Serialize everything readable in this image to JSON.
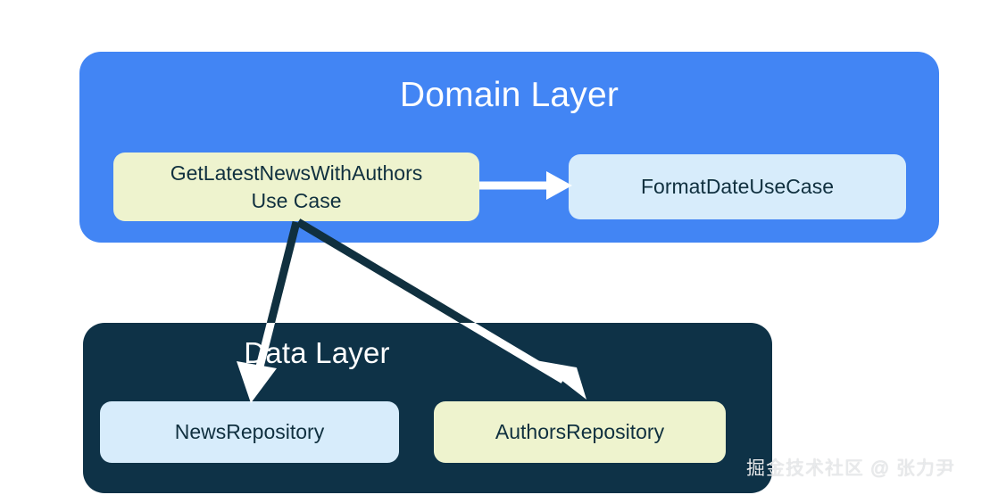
{
  "diagram": {
    "title": "Domain Layer / Data Layer architecture diagram",
    "layers": [
      {
        "id": "domain",
        "title": "Domain Layer",
        "color": "#4285f4",
        "title_color": "#ffffff"
      },
      {
        "id": "data",
        "title": "Data Layer",
        "color": "#0e3247",
        "title_color": "#ffffff"
      }
    ],
    "nodes": [
      {
        "id": "get-latest-news-with-authors-use-case",
        "label_line1": "GetLatestNewsWithAuthors",
        "label_line2": "Use Case",
        "fill": "#eef3ce",
        "text_color": "#10303f",
        "layer": "domain"
      },
      {
        "id": "format-date-use-case",
        "label": "FormatDateUseCase",
        "fill": "#d7ecfb",
        "text_color": "#10303f",
        "layer": "domain"
      },
      {
        "id": "news-repository",
        "label": "NewsRepository",
        "fill": "#d7ecfb",
        "text_color": "#10303f",
        "layer": "data"
      },
      {
        "id": "authors-repository",
        "label": "AuthorsRepository",
        "fill": "#eef3ce",
        "text_color": "#10303f",
        "layer": "data"
      }
    ],
    "edges": [
      {
        "id": "usecase-to-formatdate",
        "from": "get-latest-news-with-authors-use-case",
        "to": "format-date-use-case",
        "color": "#ffffff",
        "style": "solid-arrow"
      },
      {
        "id": "usecase-to-newsrepository",
        "from": "get-latest-news-with-authors-use-case",
        "to": "news-repository",
        "color_outside": "#10303f",
        "color_inside": "#ffffff",
        "style": "solid-arrow"
      },
      {
        "id": "usecase-to-authorsrepository",
        "from": "get-latest-news-with-authors-use-case",
        "to": "authors-repository",
        "color_outside": "#10303f",
        "color_inside": "#ffffff",
        "style": "solid-arrow"
      }
    ]
  },
  "watermark": {
    "text": "掘金技术社区 @ 张力尹"
  }
}
